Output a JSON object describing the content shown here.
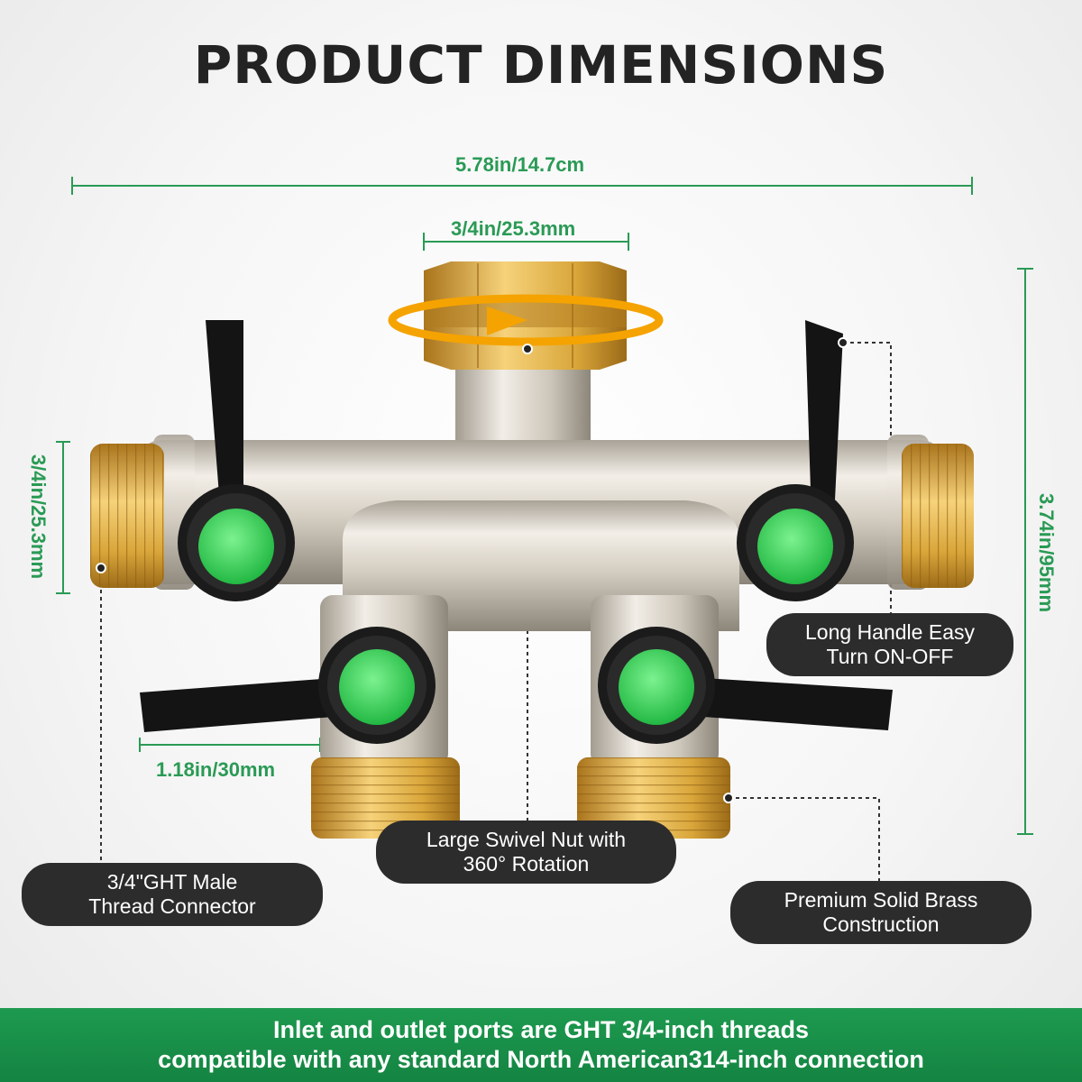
{
  "title": "PRODUCT DIMENSIONS",
  "dimensions": {
    "overall_width": "5.78in/14.7cm",
    "inlet_width": "3/4in/25.3mm",
    "side_outlet_height": "3/4in/25.3mm",
    "overall_height": "3.74in/95mm",
    "handle_length": "1.18in/30mm"
  },
  "callouts": {
    "long_handle": [
      "Long Handle Easy",
      "Turn ON-OFF"
    ],
    "swivel_nut": [
      "Large Swivel Nut with",
      "360° Rotation"
    ],
    "ght_connector": [
      "3/4\"GHT Male",
      "Thread Connector"
    ],
    "brass": [
      "Premium Solid Brass",
      "Construction"
    ]
  },
  "footer": {
    "line1": "Inlet and outlet ports are GHT 3/4-inch threads",
    "line2": "compatible with any standard North American314-inch connection"
  },
  "colors": {
    "accent_green": "#2a9a55",
    "footer_green": "#1d9a4f",
    "brass": "#d9a63a",
    "button_green": "#4fe070",
    "callout_bg": "#2c2c2c"
  }
}
